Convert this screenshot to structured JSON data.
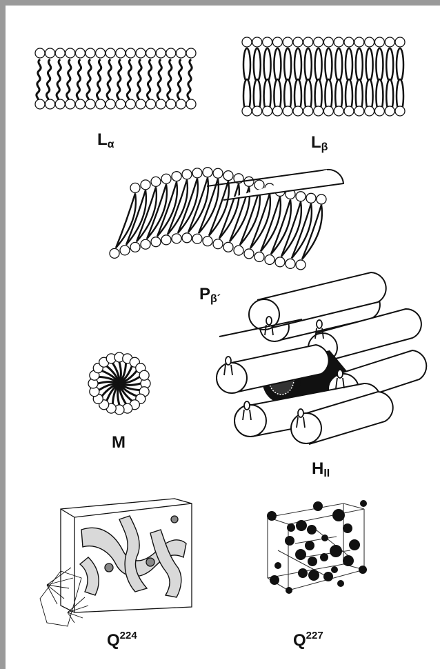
{
  "figure": {
    "phases": [
      {
        "id": "l-alpha",
        "main": "L",
        "sub": "α",
        "sup": ""
      },
      {
        "id": "l-beta",
        "main": "L",
        "sub": "β",
        "sup": ""
      },
      {
        "id": "p-beta-prime",
        "main": "P",
        "sub": "β´",
        "sup": ""
      },
      {
        "id": "m",
        "main": "M",
        "sub": "",
        "sup": ""
      },
      {
        "id": "h-ii",
        "main": "H",
        "sub": "II",
        "sup": ""
      },
      {
        "id": "q224",
        "main": "Q",
        "sub": "",
        "sup": "224"
      },
      {
        "id": "q227",
        "main": "Q",
        "sub": "",
        "sup": "227"
      }
    ]
  }
}
